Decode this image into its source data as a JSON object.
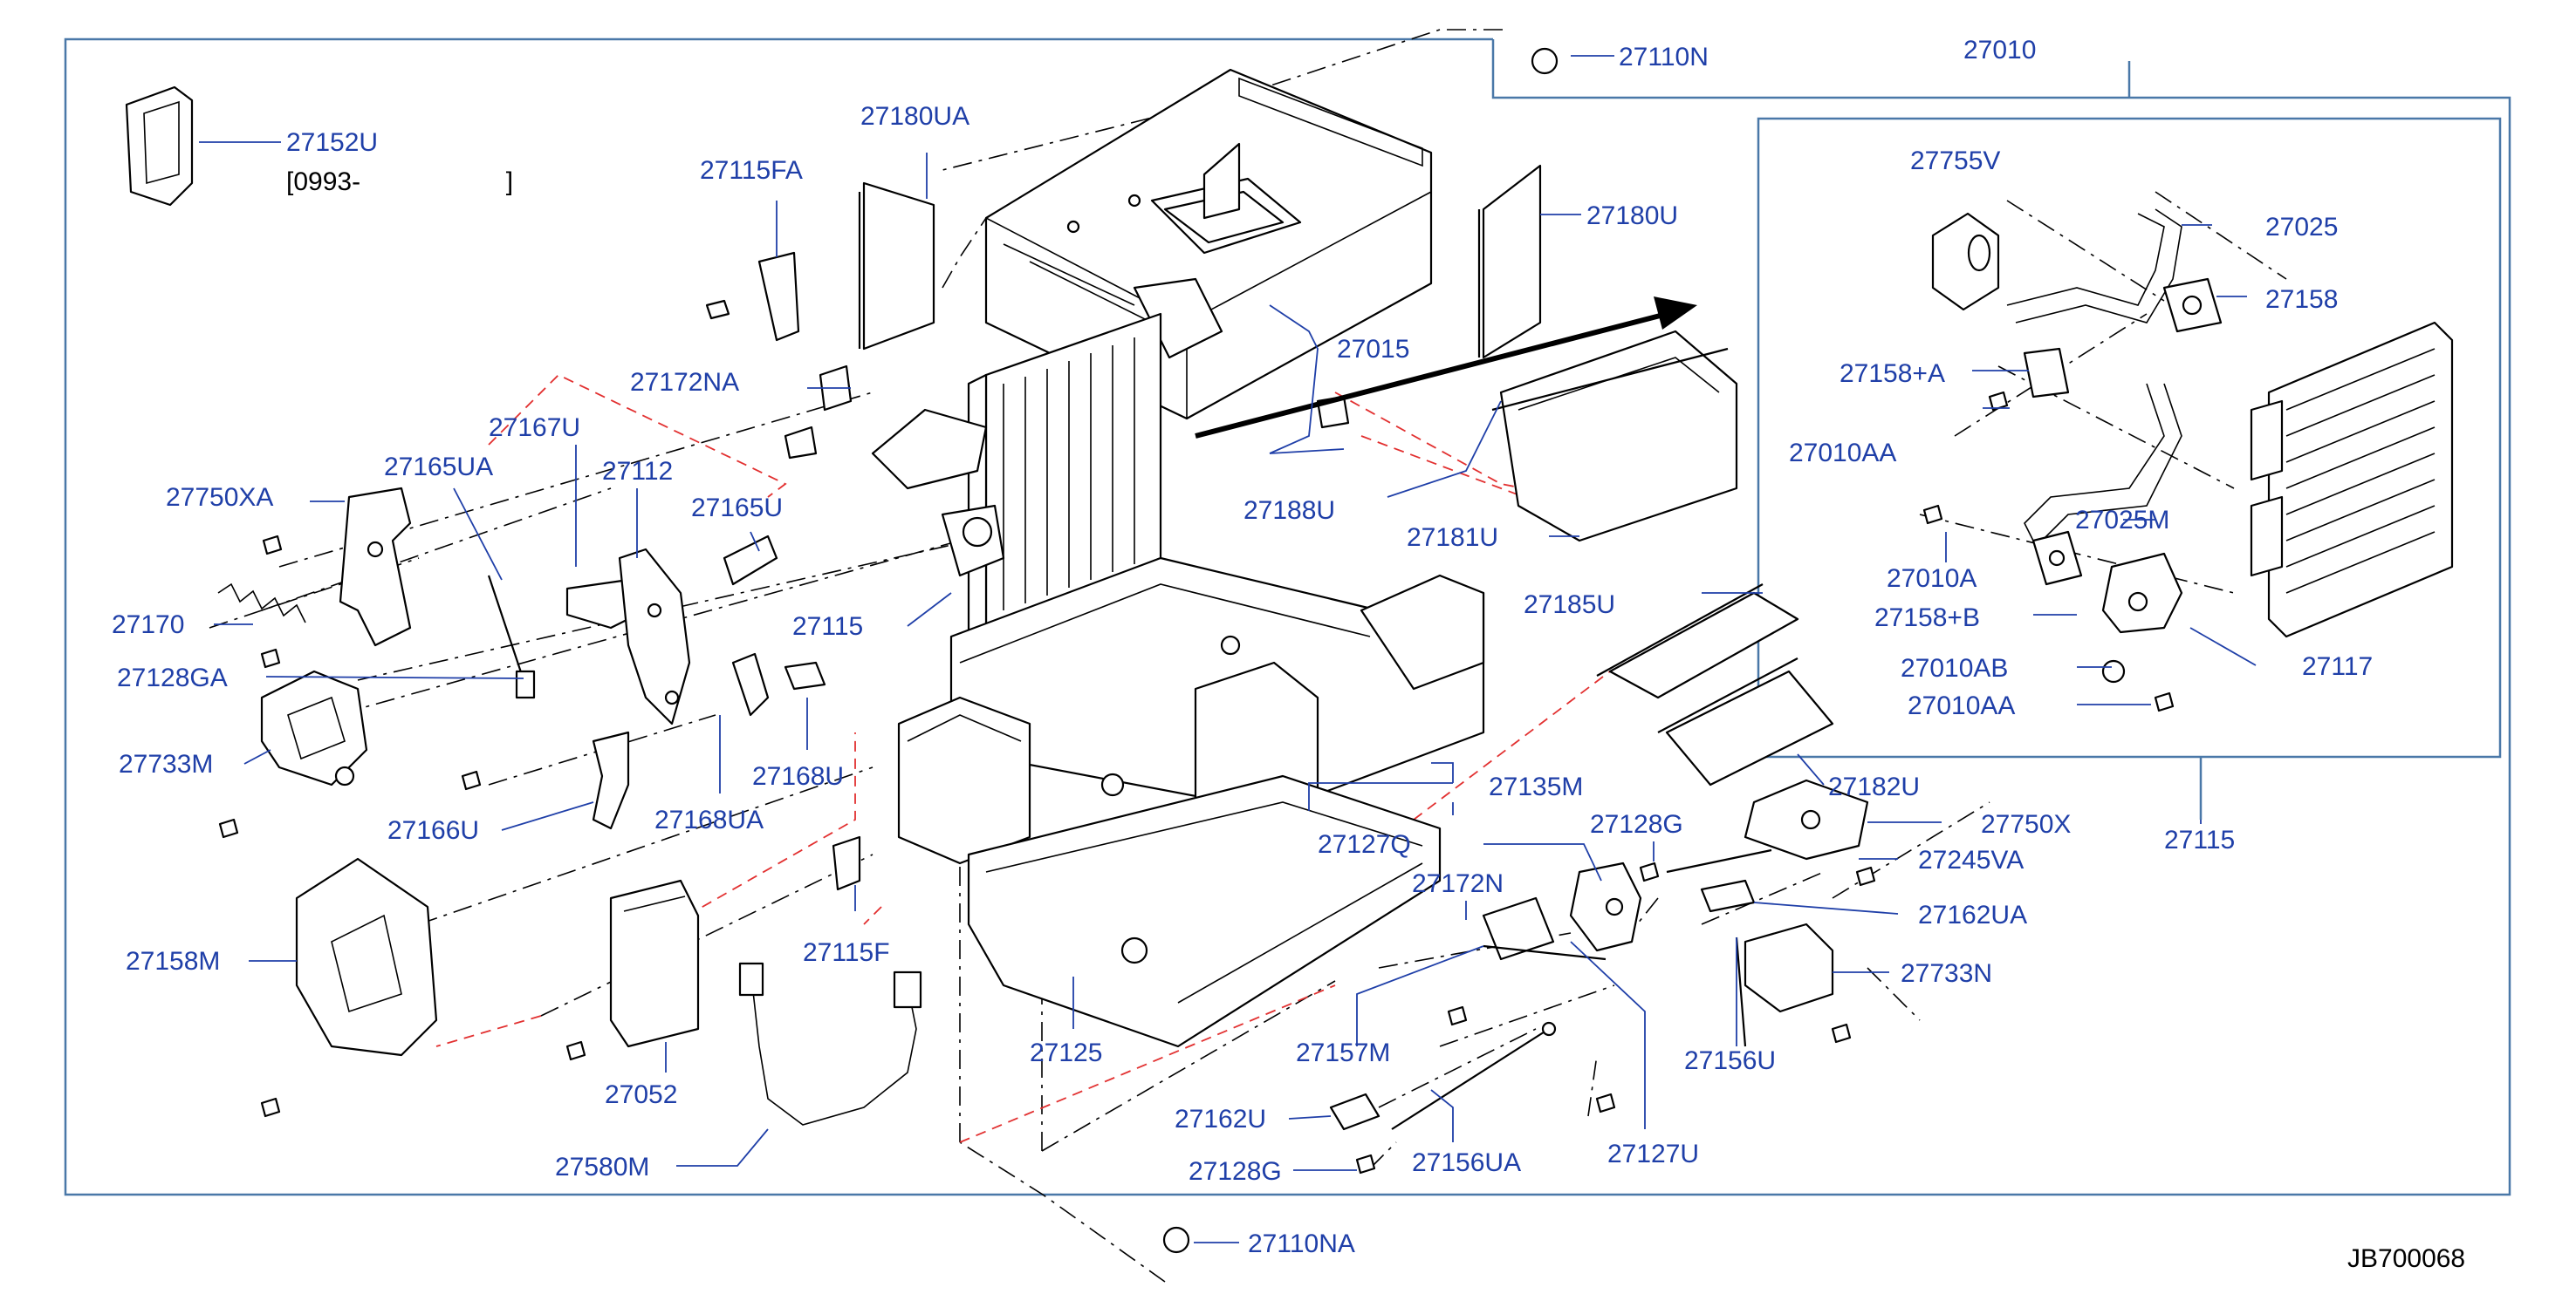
{
  "diagram_code": "JB700068",
  "colors": {
    "label": "#1f3fa8",
    "frame": "#4a78a8",
    "red_dash": "#e23030",
    "line": "#000000"
  },
  "labels": {
    "p27110N": "27110N",
    "p27010": "27010",
    "p27152U": "27152U",
    "p27152U_range": "[0993-                    ]",
    "p27180UA": "27180UA",
    "p27115FA": "27115FA",
    "p27180U": "27180U",
    "p27755V": "27755V",
    "p27025": "27025",
    "p27158": "27158",
    "p27015": "27015",
    "p27172NA": "27172NA",
    "p27158A": "27158+A",
    "p27167U": "27167U",
    "p27010AA_top": "27010AA",
    "p27750XA": "27750XA",
    "p27165UA": "27165UA",
    "p27112": "27112",
    "p27165U": "27165U",
    "p27188U": "27188U",
    "p27025M": "27025M",
    "p27181U": "27181U",
    "p27010A": "27010A",
    "p27170": "27170",
    "p27115_mid": "27115",
    "p27185U": "27185U",
    "p27158B": "27158+B",
    "p27128GA": "27128GA",
    "p27117": "27117",
    "p27010AB": "27010AB",
    "p27010AA_bot": "27010AA",
    "p27733M": "27733M",
    "p27168U": "27168U",
    "p27135M": "27135M",
    "p27182U": "27182U",
    "p27166U": "27166U",
    "p27168UA": "27168UA",
    "p27128G_top": "27128G",
    "p27750X": "27750X",
    "p27127Q": "27127Q",
    "p27115_right": "27115",
    "p27245VA": "27245VA",
    "p27172N": "27172N",
    "p27162UA": "27162UA",
    "p27158M": "27158M",
    "p27115F": "27115F",
    "p27733N": "27733N",
    "p27125": "27125",
    "p27157M": "27157M",
    "p27156U": "27156U",
    "p27052": "27052",
    "p27162U": "27162U",
    "p27127U": "27127U",
    "p27580M": "27580M",
    "p27128G_bot": "27128G",
    "p27156UA": "27156UA",
    "p27110NA": "27110NA"
  }
}
